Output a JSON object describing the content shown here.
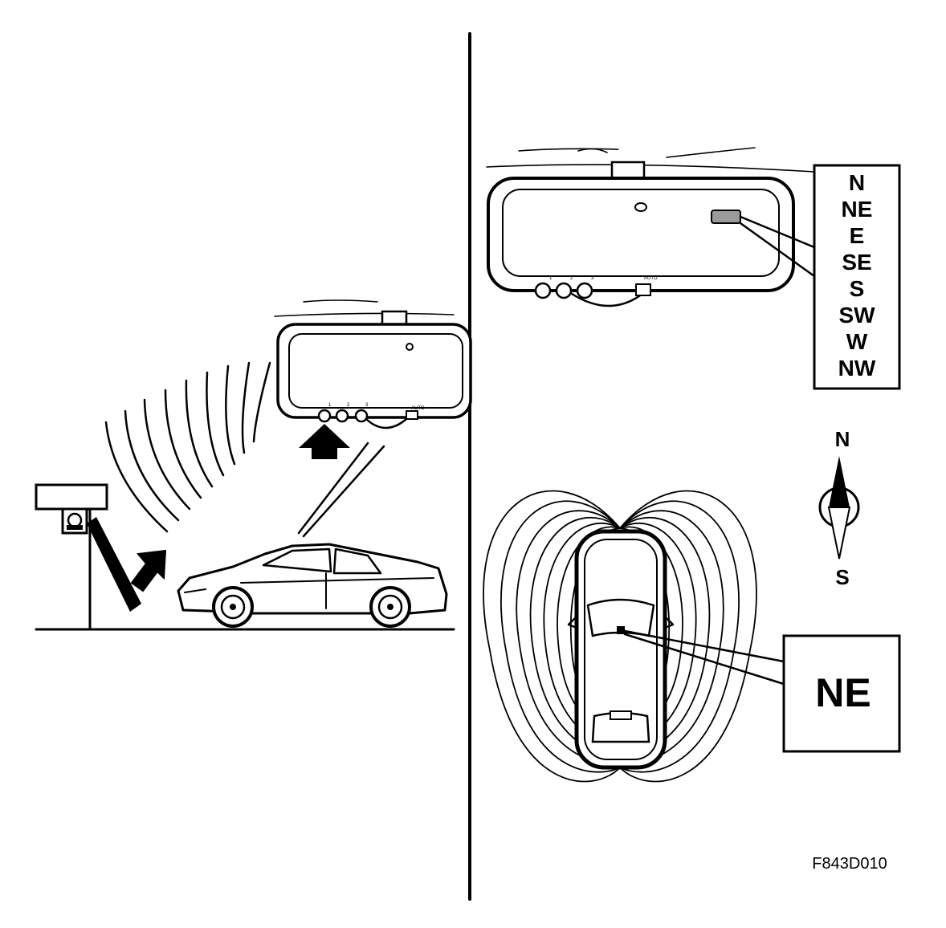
{
  "mirror_buttons": [
    "1",
    "2",
    "3"
  ],
  "mirror_button_auto": "AUTO",
  "direction_list": [
    "N",
    "NE",
    "E",
    "SE",
    "S",
    "SW",
    "W",
    "NW"
  ],
  "compass": {
    "north": "N",
    "south": "S"
  },
  "current_heading": "NE",
  "figure_code": "F843D010"
}
